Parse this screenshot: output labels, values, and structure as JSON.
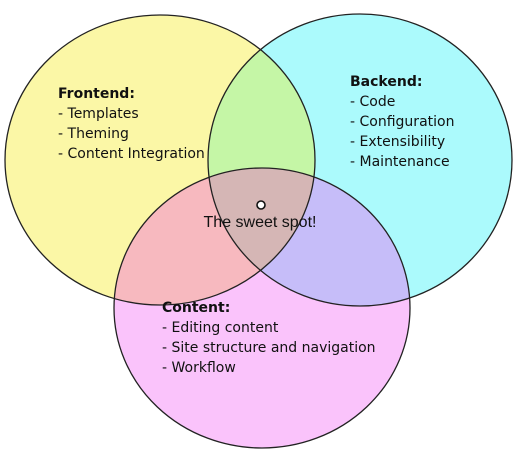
{
  "venn": {
    "frontend": {
      "title": "Frontend:",
      "items": [
        "Templates",
        "Theming",
        "Content Integration"
      ],
      "color": "#fbf7a6"
    },
    "backend": {
      "title": "Backend:",
      "items": [
        "Code",
        "Configuration",
        "Extensibility",
        "Maintenance"
      ],
      "color": "#abfafc"
    },
    "content": {
      "title": "Content:",
      "items": [
        "Editing content",
        "Site structure and navigation",
        "Workflow"
      ],
      "color": "#fac3fb"
    },
    "center_label": "The sweet spot!",
    "overlap_colors": {
      "frontend_backend": "#c5f6a6",
      "frontend_content": "#f7b9bf",
      "backend_content": "#c6bdf9",
      "all_three": "#d5b6b5"
    },
    "outline_color": "#222222"
  }
}
